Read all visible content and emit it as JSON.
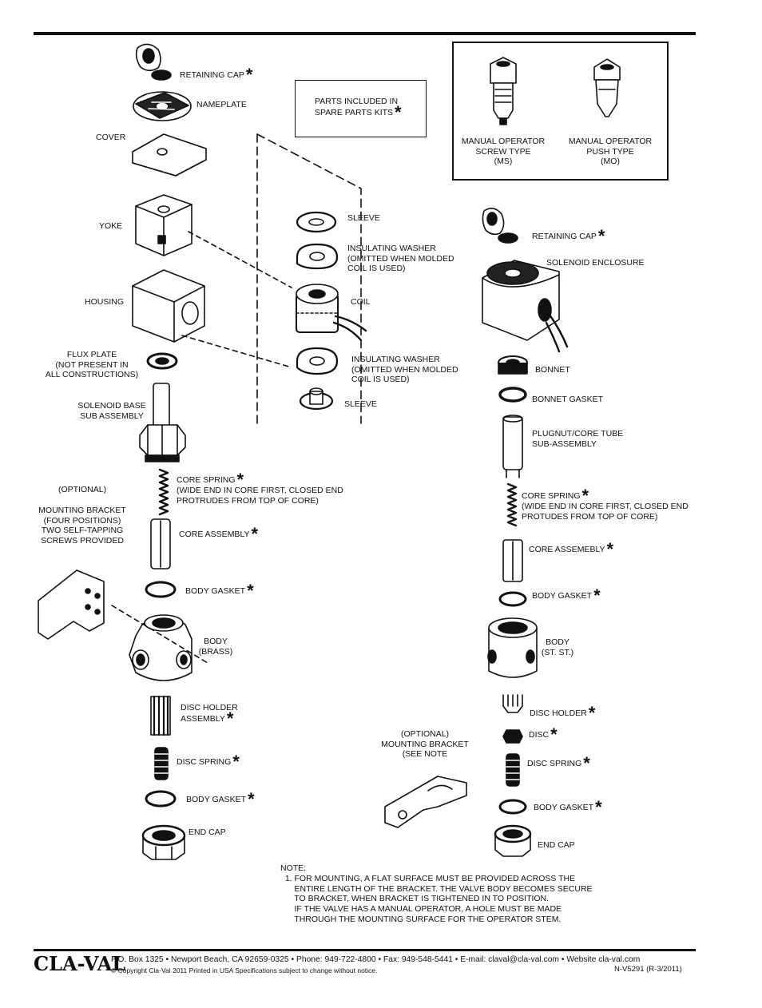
{
  "kit_note": {
    "line1": "PARTS INCLUDED IN",
    "line2": "SPARE PARTS KITS",
    "star": "*"
  },
  "manual_operators": {
    "screw": {
      "l1": "MANUAL OPERATOR",
      "l2": "SCREW TYPE",
      "l3": "(MS)"
    },
    "push": {
      "l1": "MANUAL OPERATOR",
      "l2": "PUSH TYPE",
      "l3": "(MO)"
    }
  },
  "left_assembly": {
    "retaining_cap": "RETAINING CAP",
    "nameplate": "NAMEPLATE",
    "cover": "COVER",
    "yoke": "YOKE",
    "housing": "HOUSING",
    "flux_plate": {
      "l1": "FLUX PLATE",
      "l2": "(NOT PRESENT IN",
      "l3": "ALL CONSTRUCTIONS)"
    },
    "solenoid_base": {
      "l1": "SOLENOID BASE",
      "l2": "SUB ASSEMBLY"
    },
    "core_spring": {
      "l1": "CORE SPRING",
      "l2": "(WIDE END IN CORE FIRST, CLOSED END",
      "l3": "PROTRUDES FROM TOP OF CORE)"
    },
    "optional": "(OPTIONAL)",
    "mounting_bracket": {
      "l1": "MOUNTING BRACKET",
      "l2": "(FOUR POSITIONS)",
      "l3": "TWO SELF-TAPPING",
      "l4": "SCREWS PROVIDED"
    },
    "core_assembly": "CORE ASSEMBLY",
    "body_gasket_1": "BODY GASKET",
    "body": {
      "l1": "BODY",
      "l2": "(BRASS)"
    },
    "disc_holder": {
      "l1": "DISC HOLDER",
      "l2": "ASSEMBLY"
    },
    "disc_spring": "DISC SPRING",
    "body_gasket_2": "BODY GASKET",
    "end_cap": "END CAP"
  },
  "coil_assembly": {
    "sleeve_top": "SLEEVE",
    "ins_washer_top": {
      "l1": "INSULATING WASHER",
      "l2": "(OMITTED WHEN MOLDED",
      "l3": "COIL IS USED)"
    },
    "coil": "COIL",
    "ins_washer_bottom": {
      "l1": "INSULATING WASHER",
      "l2": "(OMITTED WHEN MOLDED",
      "l3": "COIL IS USED)"
    },
    "sleeve_bottom": "SLEEVE"
  },
  "right_assembly": {
    "retaining_cap": "RETAINING CAP",
    "solenoid_enclosure": "SOLENOID ENCLOSURE",
    "bonnet": "BONNET",
    "bonnet_gasket": "BONNET GASKET",
    "plugnut": {
      "l1": "PLUGNUT/CORE TUBE",
      "l2": "SUB-ASSEMBLY"
    },
    "core_spring": {
      "l1": "CORE SPRING",
      "l2": "(WIDE END IN CORE FIRST, CLOSED END",
      "l3": "PROTUDES FROM TOP OF CORE)"
    },
    "core_assembly": "CORE ASSEMEBLY",
    "body_gasket_1": "BODY GASKET",
    "body": {
      "l1": "BODY",
      "l2": "(ST. ST.)"
    },
    "optional_bracket": {
      "l1": "(OPTIONAL)",
      "l2": "MOUNTING BRACKET",
      "l3": "(SEE NOTE"
    },
    "disc_holder": "DISC HOLDER",
    "disc": "DISC",
    "disc_spring": "DISC SPRING",
    "body_gasket_2": "BODY GASKET",
    "end_cap": "END CAP"
  },
  "note": {
    "heading": "NOTE:",
    "l1": "  1. FOR MOUNTING, A FLAT SURFACE MUST BE PROVIDED ACROSS THE",
    "l2": "      ENTIRE LENGTH OF THE BRACKET. THE VALVE BODY BECOMES SECURE",
    "l3": "      TO BRACKET, WHEN BRACKET IS TIGHTENED IN TO POSITION.",
    "l4": "      IF THE VALVE HAS A MANUAL OPERATOR, A HOLE MUST BE MADE",
    "l5": "      THROUGH THE MOUNTING SURFACE FOR THE OPERATOR STEM."
  },
  "footer": {
    "brand": "CLA-VAL",
    "contact": "P.O. Box 1325 • Newport Beach, CA 92659-0325 • Phone: 949-722-4800 • Fax: 949-548-5441 • E-mail: claval@cla-val.com • Website cla-val.com",
    "copyright": "© Copyright Cla-Val 2011   Printed in USA   Specifications subject to change without notice.",
    "doc_number": "N-V5291 (R-3/2011)"
  }
}
